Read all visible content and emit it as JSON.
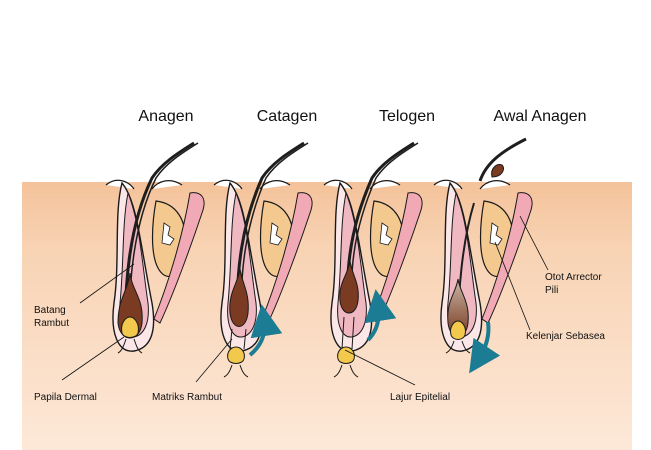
{
  "titles": {
    "anagen": "Anagen",
    "catagen": "Catagen",
    "telogen": "Telogen",
    "early_anagen": "Awal Anagen"
  },
  "labels": {
    "hair_shaft_line1": "Batang",
    "hair_shaft_line2": "Rambut",
    "dermal_papilla": "Papila Dermal",
    "hair_matrix": "Matriks Rambut",
    "epithelial_strand": "Lajur Epitelial",
    "arrector_line1": "Otot Arrector",
    "arrector_line2": "Pili",
    "sebaceous_gland": "Kelenjar Sebasea"
  },
  "colors": {
    "skin": "#f9d7b8",
    "skin_top": "#f5c9a3",
    "follicle_pink": "#f0b8c0",
    "follicle_light": "#fbe6e8",
    "gland": "#f3c98f",
    "hair_brown": "#7a3b22",
    "hair_dark": "#1e1e1e",
    "papilla_yellow": "#f2c94c",
    "arrow_teal": "#1b7c93"
  },
  "icons": {
    "up_arrow": "curved-up-arrow-icon",
    "down_arrow": "curved-down-arrow-icon"
  }
}
